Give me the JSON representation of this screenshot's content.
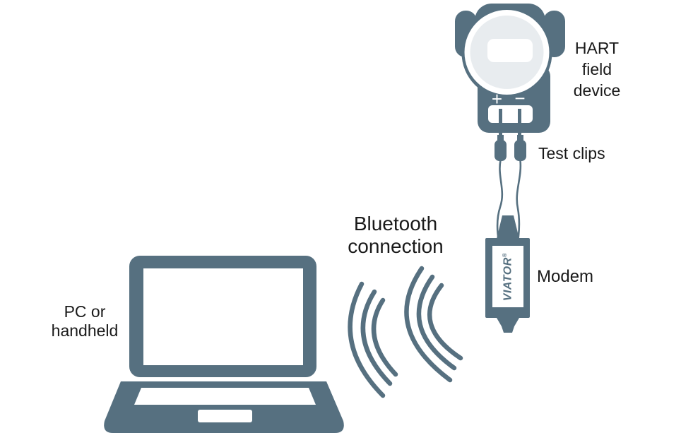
{
  "colors": {
    "slate": "#567080",
    "device-face": "#e8ecef",
    "label-text": "#1a1a1a",
    "background": "#ffffff"
  },
  "labels": {
    "hart_device": [
      "HART",
      "field",
      "device"
    ],
    "test_clips": "Test clips",
    "modem": "Modem",
    "bluetooth": [
      "Bluetooth",
      "connection"
    ],
    "pc": [
      "PC or",
      "handheld"
    ]
  },
  "modem_brand": {
    "name": "VIATOR",
    "registered_mark": "®"
  },
  "device_terminals": {
    "plus": "+",
    "minus": "−"
  },
  "icons": {
    "hart-field-device-icon": "process-transmitter housing with circular display",
    "test-clips-icon": "two test clips with curly leads",
    "modem-icon": "inline HART modem dongle",
    "bluetooth-waves-icon": "two triple-arc wireless wave marks",
    "laptop-icon": "open laptop silhouette"
  }
}
